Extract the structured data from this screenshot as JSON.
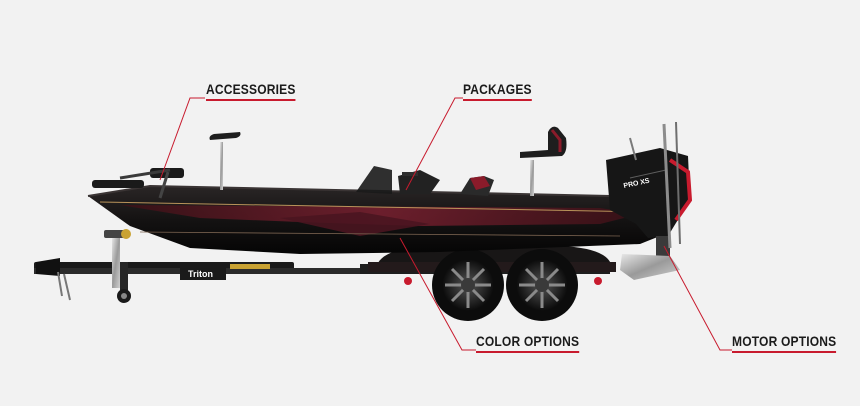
{
  "callouts": {
    "accessories": "ACCESSORIES",
    "packages": "PACKAGES",
    "color_options": "COLOR OPTIONS",
    "motor_options": "MOTOR OPTIONS"
  },
  "trailer": {
    "brand_text": "Triton"
  },
  "engine": {
    "cowl_text": "PRO XS"
  },
  "colors": {
    "accent": "#c81b2e",
    "hull": "#141212",
    "hull_stripe": "#5a1822",
    "background": "#f2f2f2"
  }
}
